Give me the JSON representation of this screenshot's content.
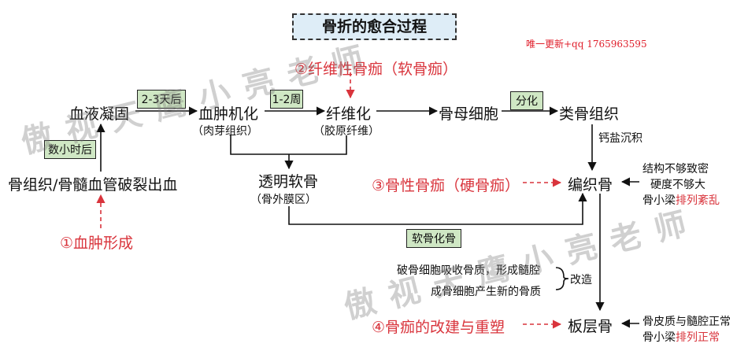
{
  "title": "骨折的愈合过程",
  "contact": "唯一更新+qq 1765963595",
  "watermark_text": "傲视天鹰小亮老师",
  "stages": {
    "s1": "①血肿形成",
    "s2": "②纤维性骨痂（软骨痂）",
    "s3": "③骨性骨痂（硬骨痂）",
    "s4": "④骨痂的改建与重塑"
  },
  "nodes": {
    "fracture": "骨组织/骨髓血管破裂出血",
    "clot": "血液凝固",
    "organize": "血肿机化",
    "organize_sub": "（肉芽组织）",
    "fibrous": "纤维化",
    "fibrous_sub": "（胶原纤维）",
    "osteoblast": "骨母细胞",
    "osteoid": "类骨组织",
    "cartilage": "透明软骨",
    "cartilage_sub": "（骨外膜区）",
    "woven": "编织骨",
    "lamellar": "板层骨"
  },
  "labels": {
    "hours": "数小时后",
    "days": "2-3天后",
    "weeks": "1-2周",
    "differentiate": "分化",
    "ossify": "软骨化骨",
    "calcium": "钙盐沉积"
  },
  "woven_notes": {
    "n1": "结构不够致密",
    "n2": "硬度不够大",
    "n3_prefix": "骨小梁",
    "n3_red": "排列紊乱"
  },
  "remodel": {
    "r1": "破骨细胞吸收骨质，形成髓腔",
    "r2": "成骨细胞产生新的骨质",
    "label": "改造"
  },
  "lamellar_notes": {
    "n1": "骨皮质与髓腔正常",
    "n2_prefix": "骨小梁",
    "n2_red": "排列正常"
  },
  "colors": {
    "accent_red": "#d9343c",
    "box_green": "#cfe7c4",
    "title_bg": "#deedf7"
  }
}
